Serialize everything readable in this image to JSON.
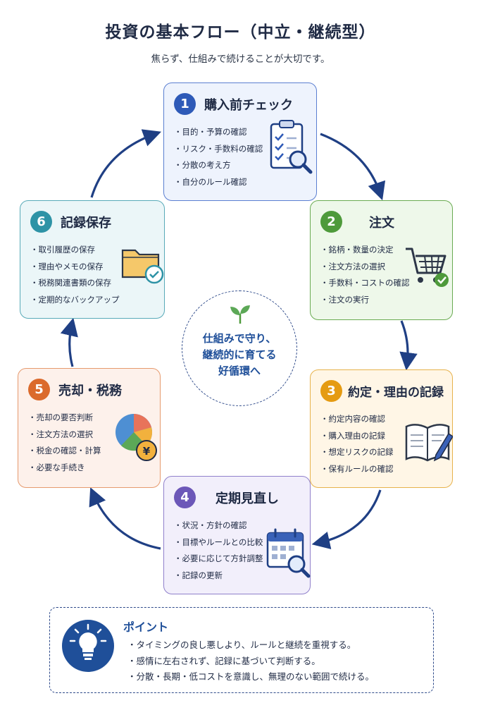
{
  "header": {
    "title": "投資の基本フロー（中立・継続型）",
    "subtitle": "焦らず、仕組みで続けることが大切です。"
  },
  "steps": [
    {
      "number": "1",
      "title": "購入前チェック",
      "items": [
        "目的・予算の確認",
        "リスク・手数料の確認",
        "分散の考え方",
        "自分のルール確認"
      ],
      "icon": "clipboard-magnifier-icon",
      "color": "#2e5ab8"
    },
    {
      "number": "2",
      "title": "注文",
      "items": [
        "銘柄・数量の決定",
        "注文方法の選択",
        "手数料・コストの確認",
        "注文の実行"
      ],
      "icon": "shopping-cart-check-icon",
      "color": "#4e9a3b"
    },
    {
      "number": "3",
      "title": "約定・理由の記録",
      "items": [
        "約定内容の確認",
        "購入理由の記録",
        "想定リスクの記録",
        "保有ルールの確認"
      ],
      "icon": "notebook-pen-icon",
      "color": "#e59b12"
    },
    {
      "number": "4",
      "title": "定期見直し",
      "items": [
        "状況・方針の確認",
        "目標やルールとの比較",
        "必要に応じて方針調整",
        "記録の更新"
      ],
      "icon": "calendar-magnifier-icon",
      "color": "#6c57b8"
    },
    {
      "number": "5",
      "title": "売却・税務",
      "items": [
        "売却の要否判断",
        "注文方法の選択",
        "税金の確認・計算",
        "必要な手続き"
      ],
      "icon": "pie-chart-yen-icon",
      "color": "#db6a2c"
    },
    {
      "number": "6",
      "title": "記録保存",
      "items": [
        "取引履歴の保存",
        "理由やメモの保存",
        "税務関連書類の保存",
        "定期的なバックアップ"
      ],
      "icon": "folder-check-icon",
      "color": "#2e93a6"
    }
  ],
  "center": {
    "lines": [
      "仕組みで守り、",
      "継続的に育てる",
      "好循環へ"
    ],
    "icon": "sprout-icon"
  },
  "point": {
    "title": "ポイント",
    "items": [
      "タイミングの良し悪しより、ルールと継続を重視する。",
      "感情に左右されず、記録に基づいて判断する。",
      "分散・長期・低コストを意識し、無理のない範囲で続ける。"
    ],
    "icon": "lightbulb-icon"
  },
  "colors": {
    "arrow": "#1f3f84",
    "text": "#1f2a44"
  }
}
